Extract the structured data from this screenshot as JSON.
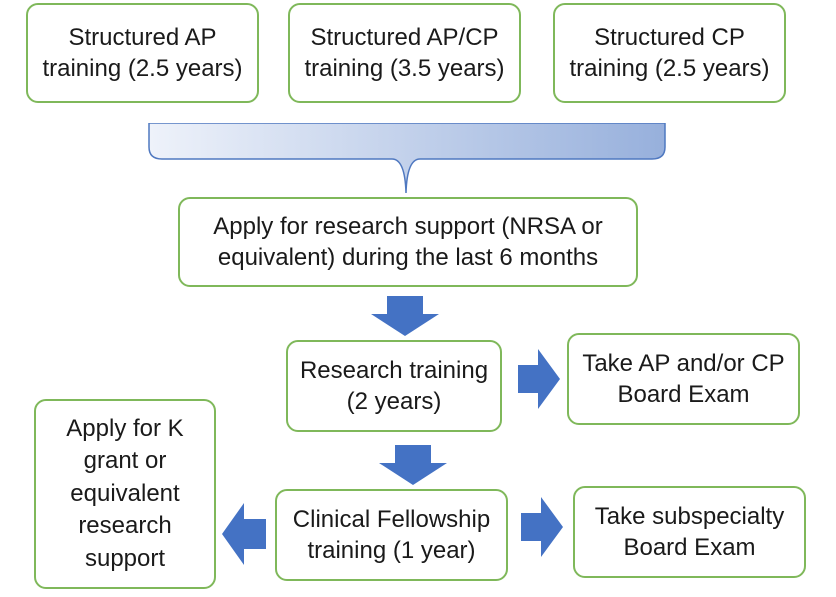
{
  "colors": {
    "box_border": "#7fb85a",
    "arrow_fill": "#4472c4",
    "bracket_light": "#eef2fa",
    "bracket_dark": "#97b0dc",
    "bracket_stroke": "#4f78c0"
  },
  "nodes": {
    "ap_training": [
      "Structured AP",
      "training (2.5 years)"
    ],
    "apcp_training": [
      "Structured AP/CP",
      "training (3.5 years)"
    ],
    "cp_training": [
      "Structured CP",
      "training (2.5 years)"
    ],
    "apply_research": [
      "Apply for research support (NRSA or",
      "equivalent) during the last 6 months"
    ],
    "research_training": [
      "Research training",
      "(2 years)"
    ],
    "board_exam_apcp": [
      "Take AP and/or CP",
      "Board Exam"
    ],
    "k_grant": [
      "Apply for K",
      "grant or",
      "equivalent",
      "research",
      "support"
    ],
    "clinical_fellowship": [
      "Clinical Fellowship",
      "training (1 year)"
    ],
    "subspecialty_exam": [
      "Take subspecialty",
      "Board Exam"
    ]
  }
}
